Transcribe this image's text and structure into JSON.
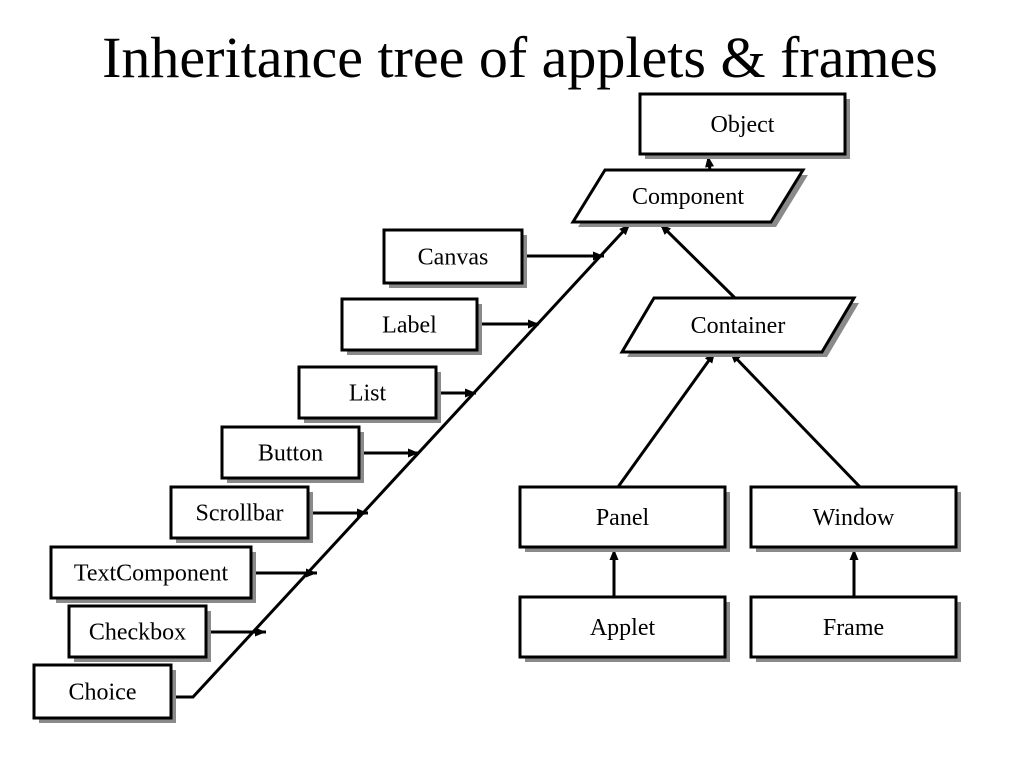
{
  "slide": {
    "title": "Inheritance tree of applets & frames"
  },
  "nodes": {
    "object": "Object",
    "component": "Component",
    "container": "Container",
    "canvas": "Canvas",
    "label": "Label",
    "list": "List",
    "button": "Button",
    "scrollbar": "Scrollbar",
    "textcomponent": "TextComponent",
    "checkbox": "Checkbox",
    "choice": "Choice",
    "panel": "Panel",
    "window": "Window",
    "applet": "Applet",
    "frame": "Frame"
  },
  "style": {
    "line_color": "#000000",
    "shadow_color": "#8a8a8a",
    "background": "#ffffff"
  }
}
